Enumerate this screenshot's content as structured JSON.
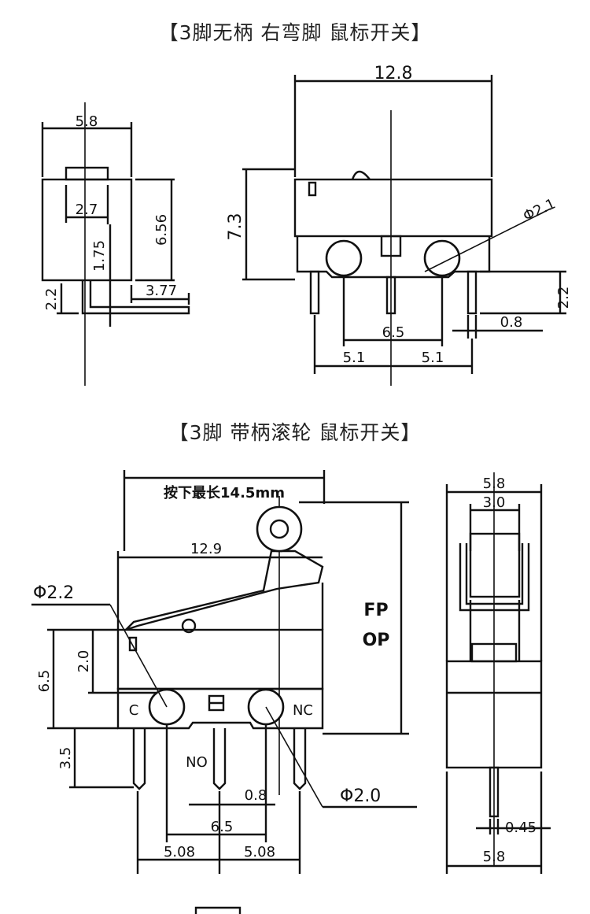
{
  "titles": {
    "top": "【3脚无柄 右弯脚 鼠标开关】",
    "bottom": "【3脚 带柄滚轮 鼠标开关】"
  },
  "diagram1_side": {
    "width": "5.8",
    "tab": "2.7",
    "offset": "1.75",
    "height": "6.56",
    "pin_len": "2.2",
    "bend": "3.77"
  },
  "diagram1_front": {
    "width": "12.8",
    "height": "7.3",
    "hole": "Φ2.1",
    "pin_len": "2.2",
    "pin_w": "0.8",
    "hole_pitch": "6.5",
    "pitch_left": "5.1",
    "pitch_right": "5.1"
  },
  "diagram2_front": {
    "max_press": "按下最长14.5mm",
    "width": "12.9",
    "hole_left": "Φ2.2",
    "hole_right": "Φ2.0",
    "fp": "FP",
    "op": "OP",
    "height": "6.5",
    "hole_h": "2.0",
    "pin_len": "3.5",
    "pin_c": "C",
    "pin_nc": "NC",
    "pin_no": "NO",
    "pin_w": "0.8",
    "hole_pitch": "6.5",
    "pitch_left": "5.08",
    "pitch_right": "5.08"
  },
  "diagram2_side": {
    "width_top": "5.8",
    "actuator": "3.0",
    "pin_w": "0.45",
    "width_bottom": "5.8"
  }
}
